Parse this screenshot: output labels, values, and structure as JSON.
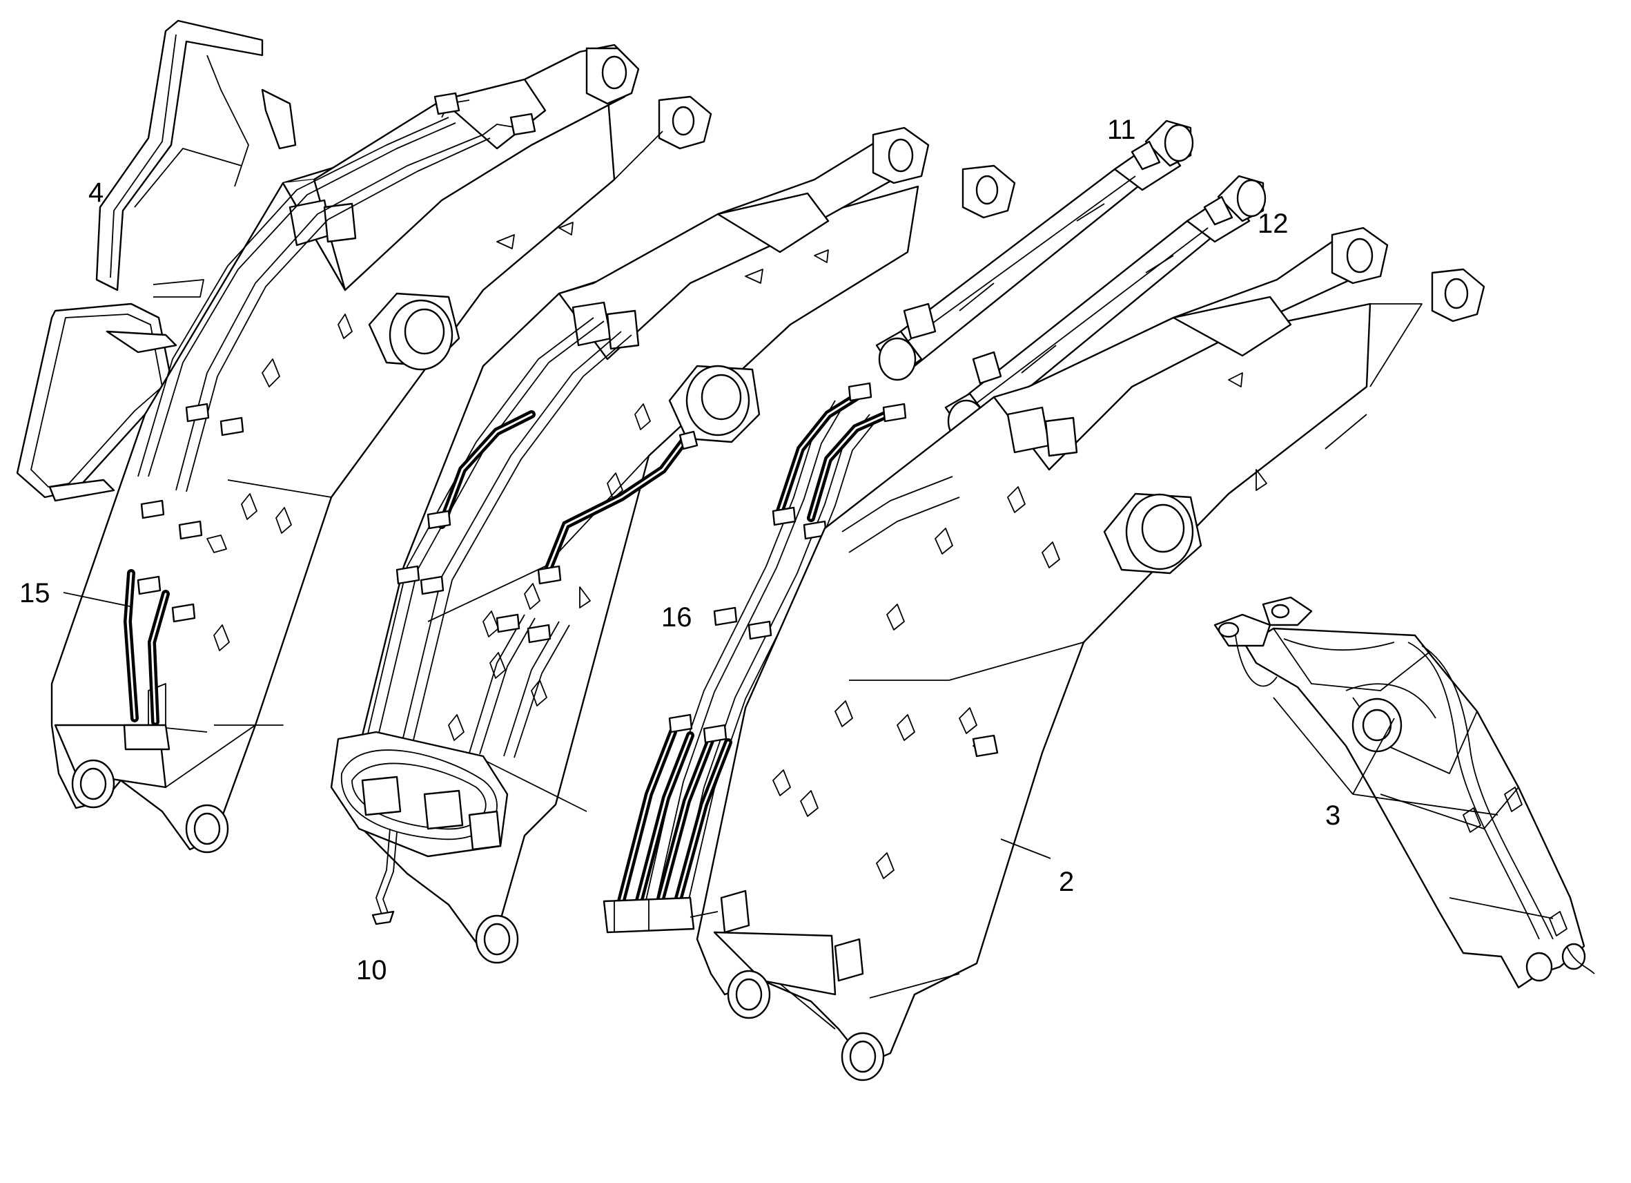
{
  "callouts": [
    {
      "id": "4",
      "label": "4"
    },
    {
      "id": "15",
      "label": "15"
    },
    {
      "id": "10",
      "label": "10"
    },
    {
      "id": "16",
      "label": "16"
    },
    {
      "id": "11",
      "label": "11"
    },
    {
      "id": "12",
      "label": "12"
    },
    {
      "id": "2",
      "label": "2"
    },
    {
      "id": "3",
      "label": "3"
    }
  ],
  "colors": {
    "line": "#000000",
    "background": "#ffffff"
  }
}
